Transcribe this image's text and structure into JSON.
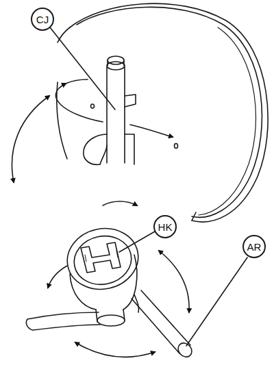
{
  "diagram": {
    "nodes": [
      {
        "text": [
          "CJ"
        ]
      },
      {
        "text": [
          "HK"
        ]
      },
      {
        "text": [
          "AR"
        ]
      }
    ]
  }
}
